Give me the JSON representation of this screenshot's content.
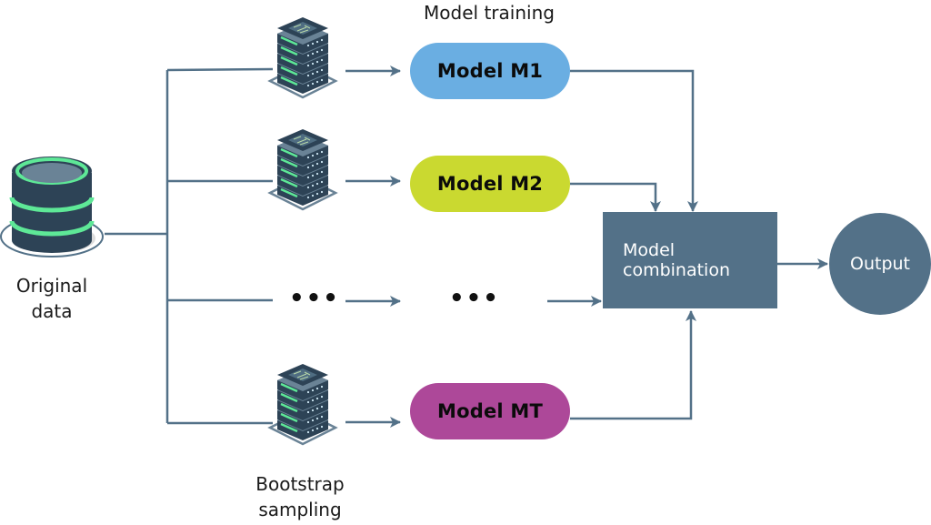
{
  "title": "Model training",
  "source": {
    "label_line1": "Original",
    "label_line2": "data",
    "icon": "database-icon"
  },
  "sampling": {
    "label_line1": "Bootstrap",
    "label_line2": "sampling",
    "icon": "server-icon"
  },
  "models": [
    {
      "label": "Model M1",
      "color": "#6aaee2"
    },
    {
      "label": "Model M2",
      "color": "#cad930"
    },
    {
      "label": "Model MT",
      "color": "#ad4899"
    }
  ],
  "ellipsis": "•••",
  "combination": {
    "line1": "Model",
    "line2": "combination",
    "color": "#537188"
  },
  "output": {
    "label": "Output",
    "color": "#537188"
  },
  "colors": {
    "connector": "#537188",
    "server_dark": "#2d4356",
    "server_light": "#6a8396",
    "server_accent": "#5ee897"
  }
}
